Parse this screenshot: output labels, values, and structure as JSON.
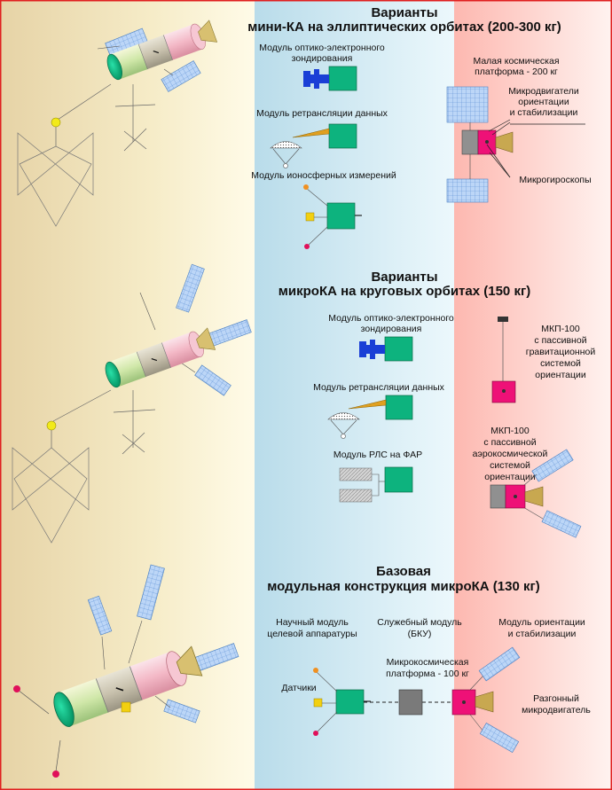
{
  "section1": {
    "title_line1": "Варианты",
    "title_line2": "мини-КА  на  эллиптических  орбитах  (200-300  кг)",
    "modules": {
      "optical": [
        "Модуль оптико-электронного",
        "зондирования"
      ],
      "relay": "Модуль ретрансляции данных",
      "ionosphere": "Модуль ионосферных измерений"
    },
    "platform": [
      "Малая космическая",
      "платформа - 200 кг"
    ],
    "thrusters": [
      "Микродвигатели",
      "ориентации",
      "и стабилизации"
    ],
    "gyros": "Микрогироскопы"
  },
  "section2": {
    "title_line1": "Варианты",
    "title_line2": "микроКА  на  круговых  орбитах  (150  кг)",
    "modules": {
      "optical": [
        "Модуль оптико-электронного",
        "зондирования"
      ],
      "relay": "Модуль ретрансляции данных",
      "radar": "Модуль  РЛС  на  ФАР"
    },
    "mkp_gravity": [
      "МКП-100",
      "с пассивной",
      "гравитационной",
      "системой",
      "ориентации"
    ],
    "mkp_aero": [
      "МКП-100",
      "с пассивной",
      "аэрокосмической",
      "системой",
      "ориентации"
    ]
  },
  "section3": {
    "title_line1": "Базовая",
    "title_line2": "модульная  конструкция  микроКА  (130  кг)",
    "science": [
      "Научный модуль",
      "целевой аппаратуры"
    ],
    "service": [
      "Служебный модуль",
      "(БКУ)"
    ],
    "attitude": [
      "Модуль ориентации",
      "и стабилизации"
    ],
    "platform": [
      "Микрокосмическая",
      "платформа - 100 кг"
    ],
    "sensors": "Датчики",
    "booster": [
      "Разгонный",
      "микродвигатель"
    ]
  },
  "colors": {
    "module_green": "#0db37e",
    "platform_magenta": "#ee1177",
    "optics_blue": "#1a3fd6",
    "panel_blue": "#a8c8f0",
    "border_red": "#e02020"
  }
}
